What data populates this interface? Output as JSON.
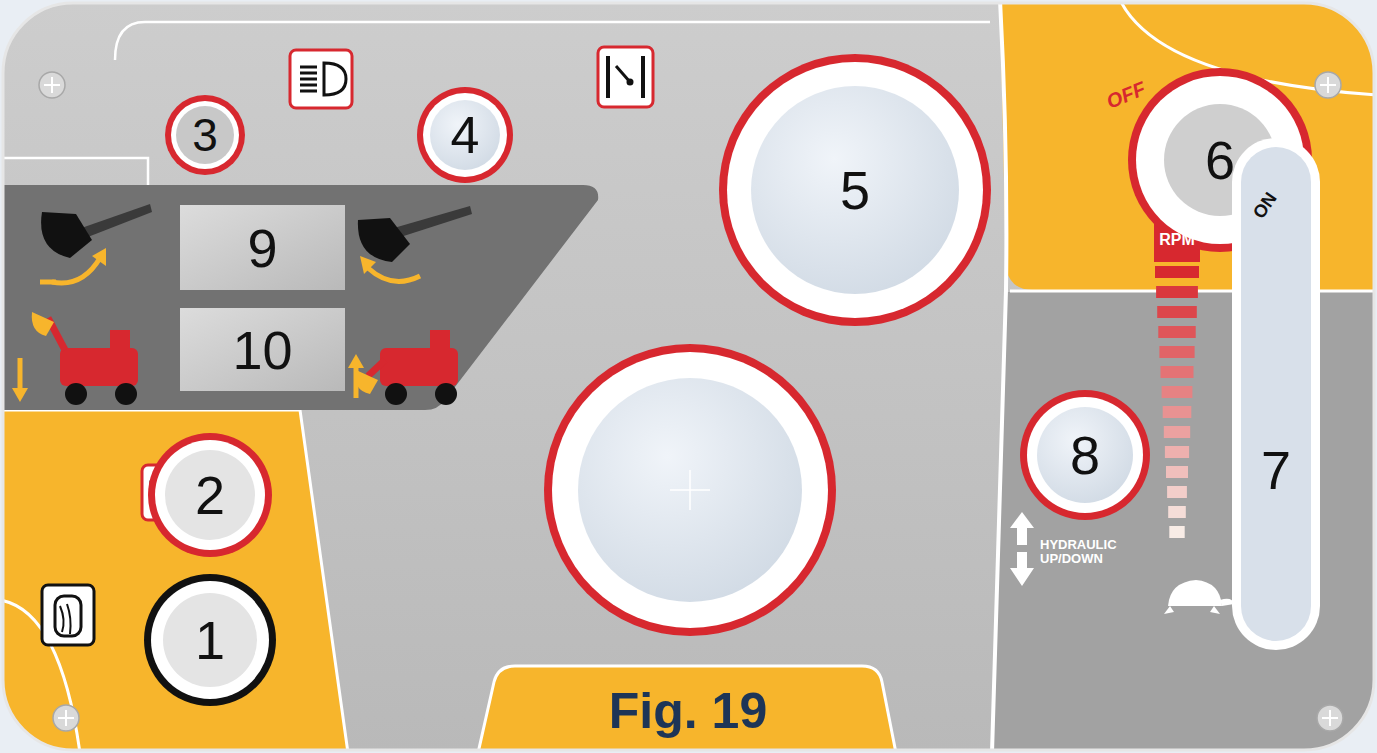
{
  "diagram": {
    "caption": "Fig. 19",
    "nodes": [
      {
        "text": [
          "3"
        ]
      },
      {
        "text": [
          "4"
        ]
      },
      {
        "text": [
          "5"
        ]
      },
      {
        "text": [
          "6"
        ]
      },
      {
        "text": [
          "9"
        ]
      },
      {
        "text": [
          "10"
        ]
      },
      {
        "text": [
          "2"
        ]
      },
      {
        "text": [
          "1"
        ]
      },
      {
        "text": [
          "8"
        ]
      },
      {
        "text": [
          "7"
        ]
      }
    ],
    "labels": [
      "OFF",
      "ON",
      "RPM",
      "HYDRAULIC UP/DOWN"
    ]
  }
}
